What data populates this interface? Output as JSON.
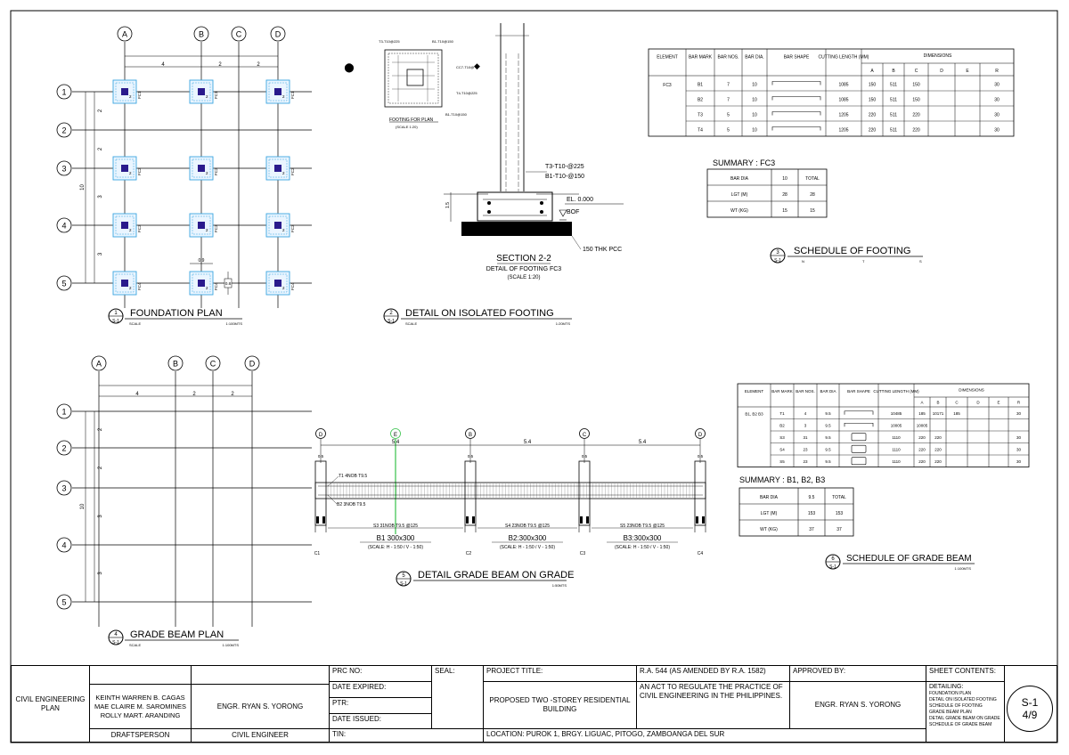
{
  "grid_labels": {
    "columns": [
      "A",
      "B",
      "C",
      "D"
    ],
    "rows": [
      "1",
      "2",
      "3",
      "4",
      "5"
    ],
    "beam_points": [
      "D",
      "E",
      "B",
      "C",
      "D"
    ],
    "footing_marks": [
      "FC1",
      "FC2",
      "FC3",
      "FC4"
    ],
    "spacing_top": [
      "4",
      "2",
      "2"
    ],
    "spacing_side": [
      "2",
      "2",
      "3",
      "3"
    ],
    "overall": "10",
    "local_dims": [
      "0.9",
      "0.8"
    ]
  },
  "titles": {
    "foundation_plan": {
      "num": "1",
      "sheet": "S-1",
      "title": "FOUNDATION PLAN",
      "scale_label": "SCALE",
      "scale_value": "1:100MTS"
    },
    "isolated_footing": {
      "num": "2",
      "sheet": "S-1",
      "title": "DETAIL ON ISOLATED FOOTING",
      "scale_label": "SCALE",
      "scale_value": "1:20MTS"
    },
    "schedule_footing": {
      "num": "3",
      "sheet": "S-1",
      "title": "SCHEDULE OF FOOTING",
      "sub": [
        "N",
        "T",
        "S"
      ]
    },
    "grade_beam_plan": {
      "num": "4",
      "sheet": "S-1",
      "title": "GRADE BEAM PLAN",
      "scale_label": "SCALE",
      "scale_value": "1:100MTS"
    },
    "grade_beam_detail": {
      "num": "5",
      "sheet": "S-1",
      "title": "DETAIL GRADE BEAM ON GRADE",
      "scale_value": "1:50MTS"
    },
    "schedule_grade_beam": {
      "num": "6",
      "sheet": "S-1",
      "title": "SCHEDULE OF GRADE BEAM",
      "scale_value": "1:100MTS"
    }
  },
  "footing_detail": {
    "plan_title": "FOOTING FOR PLAN",
    "plan_scale": "(SCALE 1:20)",
    "plan_labels": [
      "T3-T10@225",
      "B1-T10@150",
      "CC7-T10@",
      "T4-T10@225",
      "B1-T10@150"
    ],
    "section_title": "SECTION 2-2",
    "section_sub": "DETAIL OF FOOTING FC3",
    "section_scale": "(SCALE 1:20)",
    "rebar_top": "T3-T10-@225",
    "rebar_bot": "B1-T10-@150",
    "el": "EL. 0.000",
    "bof": "BOF",
    "pcc": "150 THK PCC",
    "depth": "1.5"
  },
  "footing_schedule": {
    "headers": [
      "ELEMENT",
      "BAR MARK",
      "BAR NOS.",
      "BAR DIA.",
      "BAR SHAPE",
      "CUTTING LENGTH (MM)"
    ],
    "dims_header": "DIMENSIONS",
    "dims_cols": [
      "A",
      "B",
      "C",
      "D",
      "E",
      "R"
    ],
    "element": "FC3",
    "rows": [
      {
        "mark": "B1",
        "nos": "7",
        "dia": "10",
        "length": "1085",
        "a": "150",
        "b": "511",
        "c": "150",
        "d": "",
        "e": "",
        "r": "30"
      },
      {
        "mark": "B2",
        "nos": "7",
        "dia": "10",
        "length": "1085",
        "a": "150",
        "b": "511",
        "c": "150",
        "d": "",
        "e": "",
        "r": "30"
      },
      {
        "mark": "T3",
        "nos": "5",
        "dia": "10",
        "length": "1205",
        "a": "220",
        "b": "511",
        "c": "220",
        "d": "",
        "e": "",
        "r": "30"
      },
      {
        "mark": "T4",
        "nos": "5",
        "dia": "10",
        "length": "1205",
        "a": "220",
        "b": "511",
        "c": "220",
        "d": "",
        "e": "",
        "r": "30"
      }
    ],
    "summary_title": "SUMMARY : FC3",
    "summary_headers": [
      "BAR DIA",
      "10",
      "TOTAL"
    ],
    "summary_rows": [
      [
        "LGT (M)",
        "28",
        "28"
      ],
      [
        "WT (KG)",
        "15",
        "15"
      ]
    ]
  },
  "beam_detail": {
    "span": "5.4",
    "bars": [
      "T1 4NOB T9.5",
      "B2 3NOB T9.5"
    ],
    "stirrups": [
      "S3 31NOB T9.5 @125",
      "S4 23NOB T9.5 @125",
      "S5 23NOB T9.5 @125"
    ],
    "beams": [
      {
        "name": "B1 300x300",
        "scale": "(SCALE: H - 1:50 / V - 1:50)"
      },
      {
        "name": "B2:300x300",
        "scale": "(SCALE: H - 1:50 / V - 1:50)"
      },
      {
        "name": "B3:300x300",
        "scale": "(SCALE: H - 1:50 / V - 1:50)"
      }
    ],
    "columns": [
      "C1",
      "C2",
      "C3",
      "C4"
    ],
    "col_dims": "0.5",
    "scale": "1:50MTS"
  },
  "beam_schedule": {
    "headers": [
      "ELEMENT",
      "BAR MARK",
      "BAR NOS.",
      "BAR DIA",
      "BAR SHAPE",
      "CUTTING LENGTH (MM)"
    ],
    "dims_header": "DIMENSIONS",
    "dims_cols": [
      "A",
      "B",
      "C",
      "D",
      "E",
      "R"
    ],
    "element": "B1, B2 B3",
    "rows": [
      {
        "mark": "T1",
        "nos": "4",
        "dia": "9.5",
        "length": "10485",
        "a": "185",
        "b": "10171",
        "c": "185",
        "d": "",
        "e": "",
        "r": "30"
      },
      {
        "mark": "B2",
        "nos": "3",
        "dia": "9.5",
        "length": "10005",
        "a": "10005",
        "b": "",
        "c": "",
        "d": "",
        "e": "",
        "r": ""
      },
      {
        "mark": "S3",
        "nos": "31",
        "dia": "9.5",
        "length": "1110",
        "a": "220",
        "b": "220",
        "c": "",
        "d": "",
        "e": "",
        "r": "30"
      },
      {
        "mark": "S4",
        "nos": "23",
        "dia": "9.5",
        "length": "1110",
        "a": "220",
        "b": "220",
        "c": "",
        "d": "",
        "e": "",
        "r": "30"
      },
      {
        "mark": "S5",
        "nos": "23",
        "dia": "9.5",
        "length": "1110",
        "a": "220",
        "b": "220",
        "c": "",
        "d": "",
        "e": "",
        "r": "30"
      }
    ],
    "summary_title": "SUMMARY : B1, B2, B3",
    "summary_headers": [
      "BAR DIA",
      "9.5",
      "TOTAL"
    ],
    "summary_rows": [
      [
        "LGT (M)",
        "153",
        "153"
      ],
      [
        "WT (KG)",
        "37",
        "37"
      ]
    ]
  },
  "title_block": {
    "plan_type": "CIVIL ENGINEERING PLAN",
    "draftsperson": [
      "KEINTH WARREN B. CAGAS",
      "MAE CLAIRE M. SAROMINES",
      "ROLLY MART. ARANDING"
    ],
    "draftsperson_label": "DRAFTSPERSON",
    "engineer": "ENGR. RYAN S. YORONG",
    "engineer_label": "CIVIL ENGINEER",
    "prc": "PRC NO:",
    "date_expired": "DATE EXPIRED:",
    "ptr": "PTR:",
    "date_issued": "DATE ISSUED:",
    "tin": "TIN:",
    "seal": "SEAL:",
    "project_title_label": "PROJECT TITLE:",
    "project_title": "PROPOSED TWO -STOREY RESIDENTIAL BUILDING",
    "ra": "R.A. 544 (AS AMENDED BY R.A. 1582)",
    "ra_text": "AN ACT TO REGULATE THE PRACTICE OF CIVIL ENGINEERING IN THE PHILIPPINES.",
    "location": "LOCATION: PUROK 1, BRGY. LIGUAC, PITOGO, ZAMBOANGA DEL SUR",
    "approved_label": "APPROVED BY:",
    "approved_by": "ENGR. RYAN S. YORONG",
    "sheet_contents_label": "SHEET CONTENTS:",
    "detailing_label": "DETAILING:",
    "detailing_items": [
      "FOUNDATION PLAN",
      "DETAIL ON ISOLATED FOOTING",
      "SCHEDULE OF FOOTING",
      "GRADE BEAM PLAN",
      "DETAIL GRADE BEAM ON GRADE",
      "SCHEDULE OF GRADE BEAM"
    ],
    "sheet_no": "S-1",
    "sheet_of": "4/9"
  },
  "colors": {
    "column_fill": "#2a1a8c",
    "footing_outline": "#3aa6e0",
    "highlight": "#37c24a",
    "ink": "#000000"
  }
}
